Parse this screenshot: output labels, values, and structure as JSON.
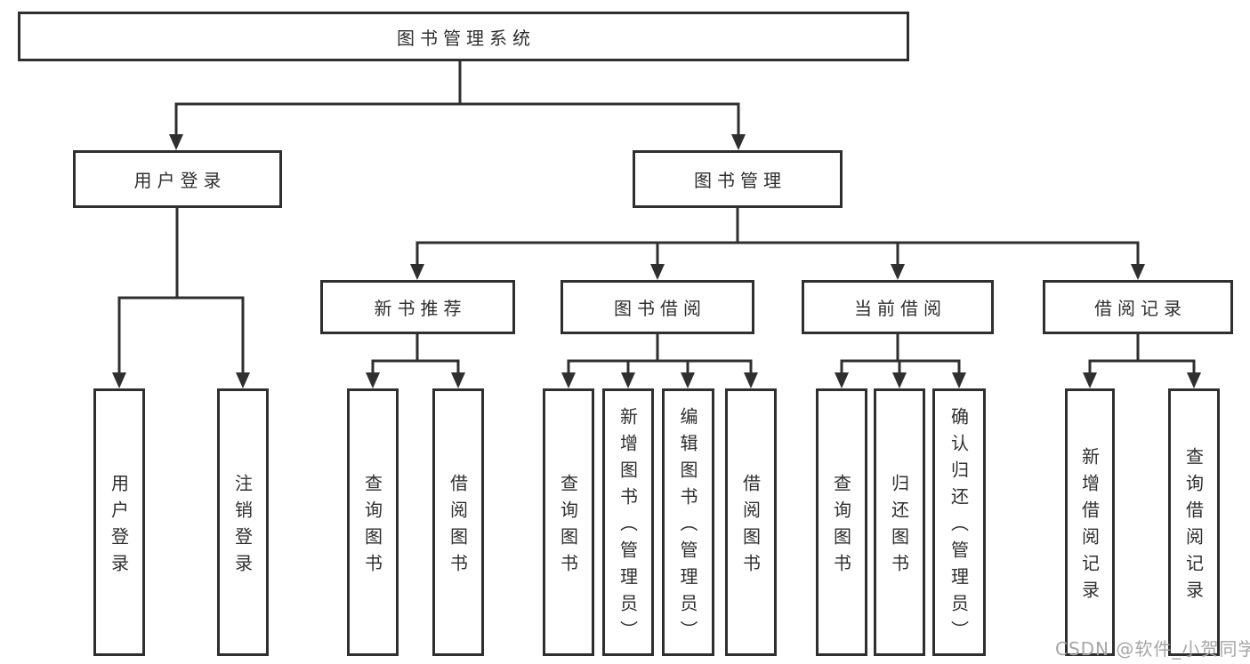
{
  "colors": {
    "ink": "#2f2f2f",
    "box-border": "#2f2f2f",
    "watermark": "#a6a6a6",
    "background": "#ffffff"
  },
  "watermark": {
    "text": "CSDN @软件_小贺同学"
  },
  "tree": {
    "root": {
      "label": "图书管理系统"
    },
    "branches": [
      {
        "label": "用户登录",
        "children": [
          {
            "label": "用户登录"
          },
          {
            "label": "注销登录"
          }
        ]
      },
      {
        "label": "图书管理",
        "children": [
          {
            "label": "新书推荐",
            "children": [
              {
                "label": "查询图书"
              },
              {
                "label": "借阅图书"
              }
            ]
          },
          {
            "label": "图书借阅",
            "children": [
              {
                "label": "查询图书"
              },
              {
                "label": "新增图书（管理员）"
              },
              {
                "label": "编辑图书（管理员）"
              },
              {
                "label": "借阅图书"
              }
            ]
          },
          {
            "label": "当前借阅",
            "children": [
              {
                "label": "查询图书"
              },
              {
                "label": "归还图书"
              },
              {
                "label": "确认归还（管理员）"
              }
            ]
          },
          {
            "label": "借阅记录",
            "children": [
              {
                "label": "新增借阅记录"
              },
              {
                "label": "查询借阅记录"
              }
            ]
          }
        ]
      }
    ]
  }
}
